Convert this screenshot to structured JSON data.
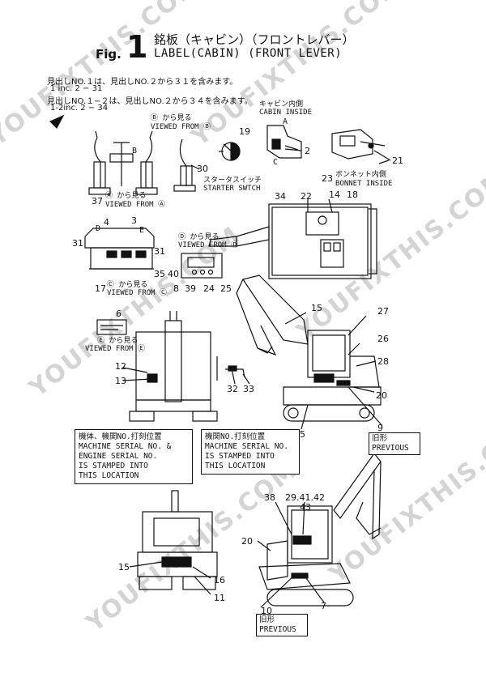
{
  "header": {
    "fig_word": "Fig.",
    "fig_number": "1",
    "title_jp": "銘板（キャビン）（フロントレバー）",
    "title_en": "LABEL(CABIN) (FRONT LEVER)"
  },
  "notes": {
    "line1": "見出しNO.１は、見出しNO.２から３１を含みます。",
    "line2": "1 inc. 2 − 31",
    "line3": "見出しNO.１−２は、見出しNO.２から３４を含みます。",
    "line4": "1-2inc. 2 − 34"
  },
  "views": {
    "b_jp": "Ⓑ から見る",
    "b_en": "VIEWED FROM Ⓑ",
    "a_jp": "Ⓐ から見る",
    "a_en": "VIEWED FROM Ⓐ",
    "c_jp": "Ⓒ から見る",
    "c_en": "VIEWED FROM Ⓒ",
    "d_jp": "Ⓓ から見る",
    "d_en": "VIEWED FROM Ⓓ",
    "e_jp": "Ⓔ から見る",
    "e_en": "VIEWED FROM Ⓔ",
    "cabin_jp": "キャビン内側",
    "cabin_en": "CABIN INSIDE",
    "bonnet_jp": "ボンネット内側",
    "bonnet_en": "BONNET INSIDE",
    "starter_jp": "スタータスイッチ",
    "starter_en": "STARTER SWTCH"
  },
  "markers": {
    "A": "A",
    "B": "B",
    "C": "C",
    "D": "D",
    "E": "E"
  },
  "callouts": {
    "c19": "19",
    "c2": "2",
    "c21": "21",
    "c23": "23",
    "c30": "30",
    "c37": "37",
    "c34": "34",
    "c22": "22",
    "c14": "14",
    "c18": "18",
    "c4": "4",
    "c3": "3",
    "c31a": "31",
    "c31b": "31",
    "c35": "35",
    "c17": "17",
    "c40": "40",
    "c8": "8",
    "c39": "39",
    "c24": "24",
    "c25": "25",
    "c6": "6",
    "c15a": "15",
    "c27": "27",
    "c26": "26",
    "c28": "28",
    "c20a": "20",
    "c12": "12",
    "c13": "13",
    "c32": "32",
    "c33": "33",
    "c5": "5",
    "c9": "9",
    "c38": "38",
    "c294142": "29.41.42",
    "c43": "43",
    "c20b": "20",
    "c15b": "15",
    "c16": "16",
    "c11": "11",
    "c10": "10",
    "c7": "7"
  },
  "boxes": {
    "serial_engine": [
      "機体、機関NO.打刻位置",
      "MACHINE SERIAL NO. &",
      "ENGINE SERIAL NO.",
      "IS STAMPED INTO",
      "THIS LOCATION"
    ],
    "serial_engine_only": [
      "機関NO.打刻位置",
      "MACHINE SERIAL NO.",
      "IS STAMPED INTO",
      "THIS LOCATION"
    ],
    "prev9": [
      "旧形",
      "PREVIOUS"
    ],
    "prev10": [
      "旧形",
      "PREVIOUS"
    ]
  },
  "watermark": {
    "text1": "YOUFIXTHIS.COM",
    "text2": "YOUFIXTHIS.COM",
    "text3": "YOUFIXTHIS.COM",
    "text4": "YOUFIXTHIS.COM",
    "text5": "YOUFIXTHIS.COM",
    "text6": "YOUFIXTHIS.COM"
  }
}
